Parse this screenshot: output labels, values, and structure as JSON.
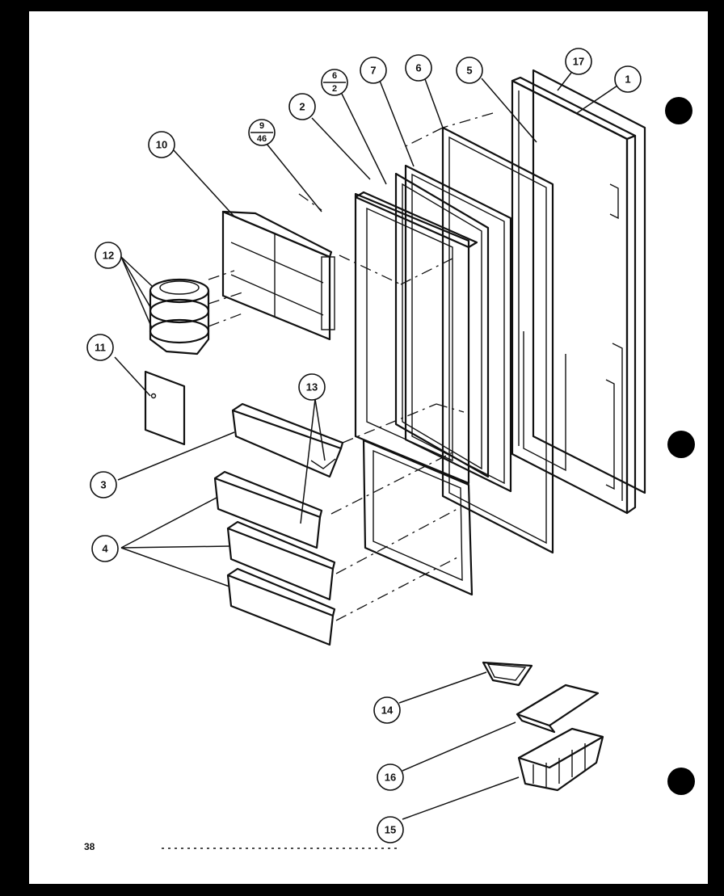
{
  "page_number": "38",
  "callouts": {
    "c1": "1",
    "c17": "17",
    "c5": "5",
    "c6": "6",
    "c7": "7",
    "c2a_top": "6",
    "c2a_bottom": "2",
    "c2": "2",
    "c9_top": "9",
    "c9_bottom": "46",
    "c10": "10",
    "c12": "12",
    "c11": "11",
    "c13": "13",
    "c3": "3",
    "c4": "4",
    "c14": "14",
    "c16": "16",
    "c15": "15"
  }
}
